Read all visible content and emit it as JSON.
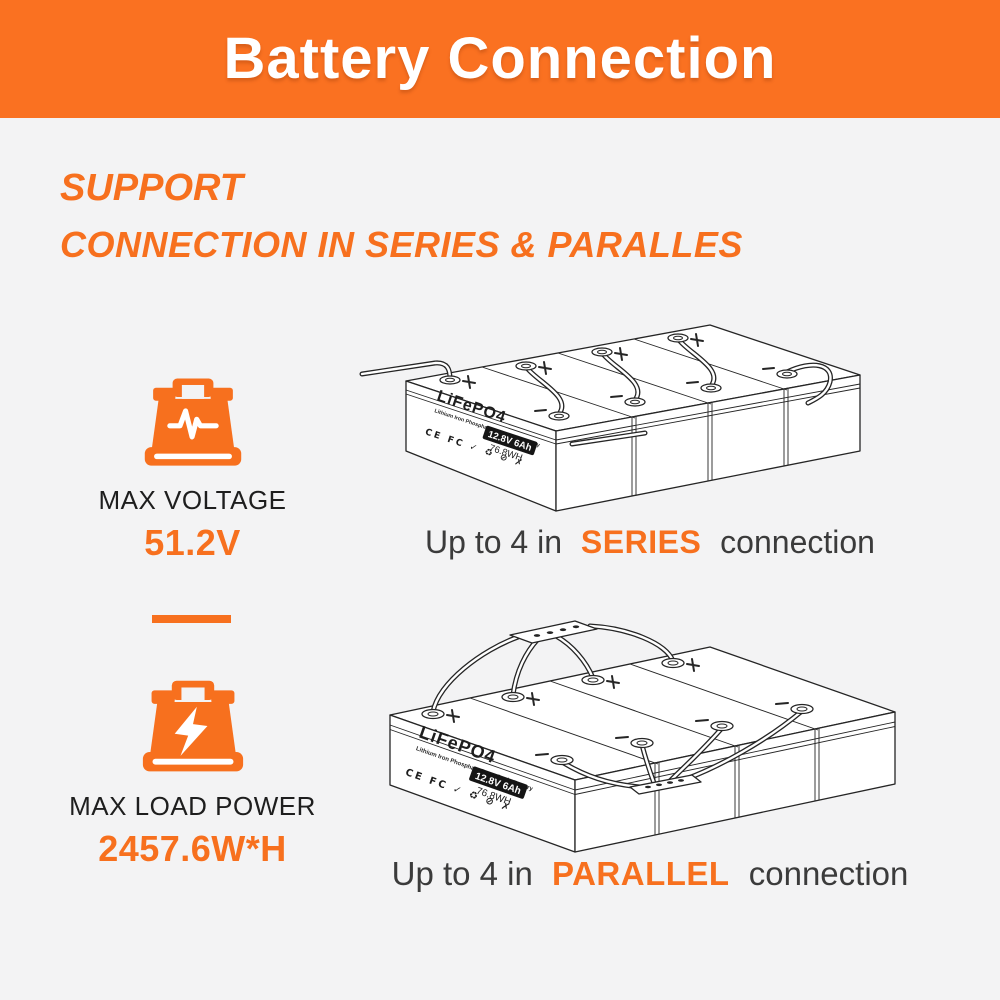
{
  "colors": {
    "header_bg": "#FA7121",
    "accent_orange": "#F7701E",
    "text_dark": "#1E1E1E",
    "caption_gray": "#3B3B3B",
    "line_art": "#252525",
    "page_bg": "#F3F3F4",
    "badge_bg": "#151515"
  },
  "header": {
    "title": "Battery Connection"
  },
  "intro": {
    "line1": "SUPPORT",
    "line2": "CONNECTION IN SERIES & PARALLES"
  },
  "specs": [
    {
      "icon": "battery-pulse-icon",
      "label": "MAX VOLTAGE",
      "value": "51.2V"
    },
    {
      "icon": "battery-bolt-icon",
      "label": "MAX LOAD POWER",
      "value": "2457.6W*H"
    }
  ],
  "battery_label": {
    "brand": "LiFePO4",
    "subtitle": "Lithium Iron Phosphate Deep Cycle Battery",
    "badge": "12.8V 6Ah",
    "energy": "76.8WH",
    "certs": "CE FC ✓ ♻ ⊘ ✗"
  },
  "diagrams": [
    {
      "name": "series",
      "caption_prefix": "Up to 4 in",
      "caption_highlight": "SERIES",
      "caption_suffix": "connection"
    },
    {
      "name": "parallel",
      "caption_prefix": "Up to 4 in",
      "caption_highlight": "PARALLEL",
      "caption_suffix": "connection"
    }
  ]
}
